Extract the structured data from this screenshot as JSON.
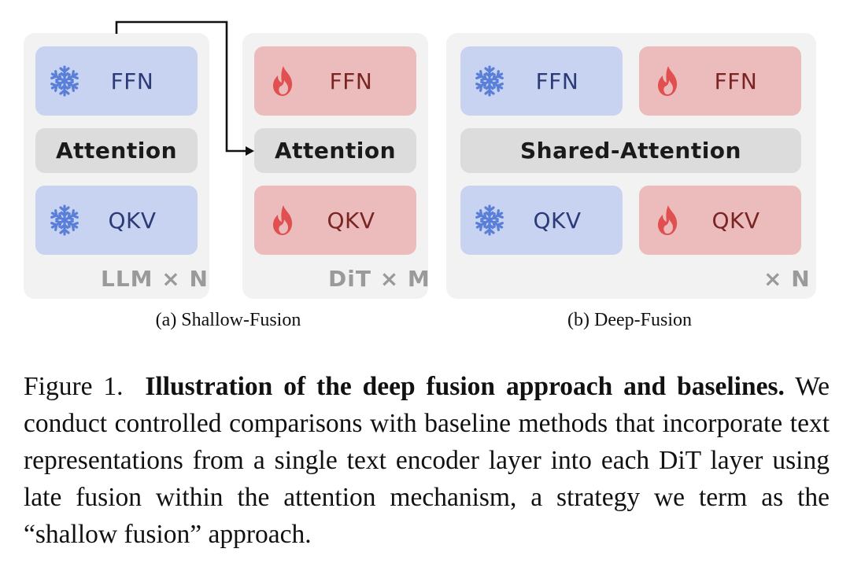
{
  "diagram": {
    "blocks": {
      "ffn": "FFN",
      "qkv": "QKV",
      "attention": "Attention",
      "shared_attention": "Shared-Attention"
    },
    "panels": {
      "llm_count": "LLM × N",
      "dit_count": "DiT × M",
      "deep_count": "× N"
    },
    "subcaptions": {
      "a": "(a) Shallow-Fusion",
      "b": "(b) Deep-Fusion"
    },
    "icons": {
      "frozen": "snowflake-icon",
      "trainable": "flame-icon",
      "frozen_color": "#5a7fd8",
      "trainable_color": "#e05050"
    },
    "colors": {
      "frozen_block": "#c8d3f1",
      "trainable_block": "#ecbcbc",
      "attention_block": "#dcdcdc",
      "panel": "#f2f2f2"
    }
  },
  "caption": {
    "prefix": "Figure 1.",
    "bold": "Illustration of the deep fusion approach and baselines.",
    "body": "We conduct controlled comparisons with baseline methods that incorporate text representations from a single text encoder layer into each DiT layer using late fusion within the attention mechanism, a strategy we term as the “shallow fusion” approach."
  }
}
